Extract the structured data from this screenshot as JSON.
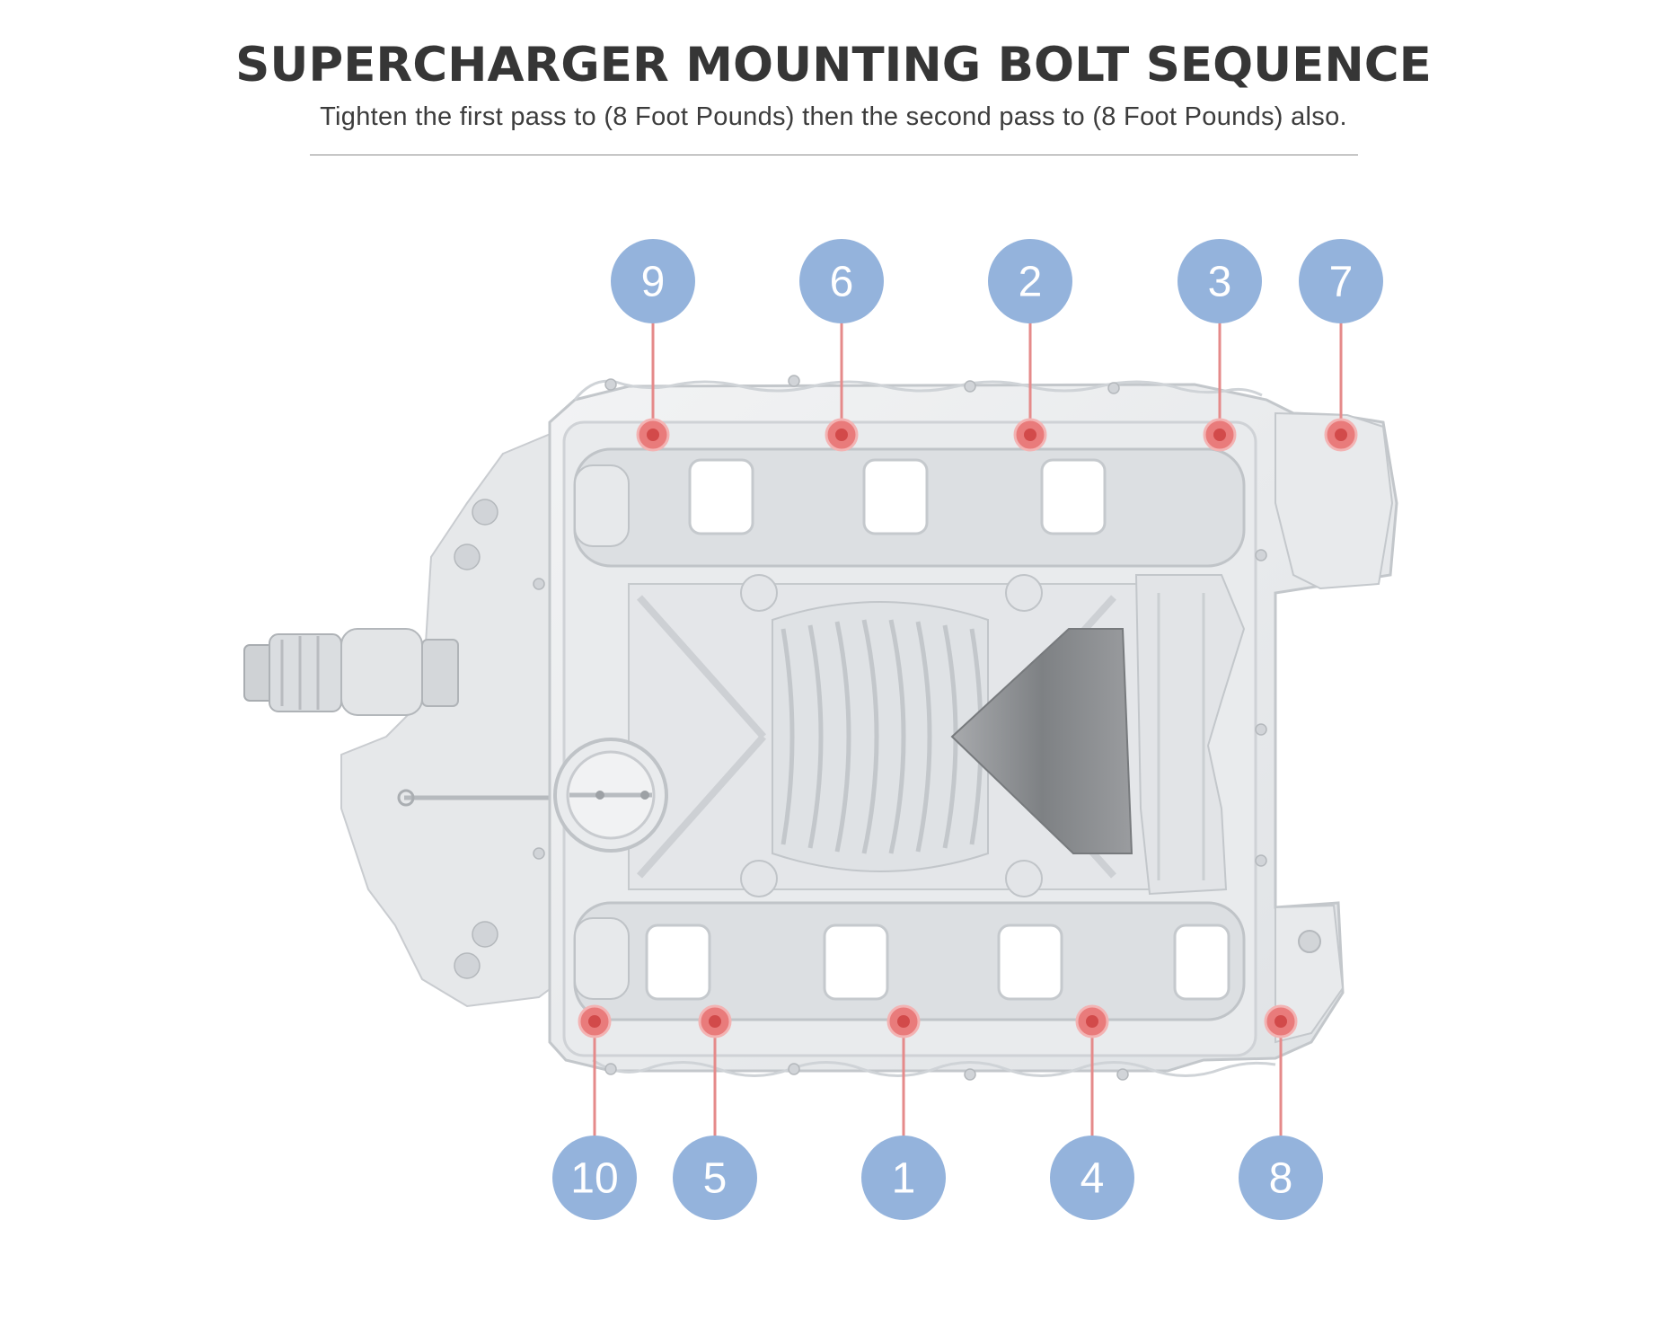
{
  "header": {
    "title": "SUPERCHARGER MOUNTING BOLT SEQUENCE",
    "subtitle": "Tighten the first pass to (8 Foot Pounds) then the second pass to (8 Foot Pounds) also."
  },
  "colors": {
    "badge": "#94b3dc",
    "bolt": "#e97b7b",
    "bolt_core": "#d24a4a",
    "leader": "#e58a8a",
    "casting_light": "#eceeef",
    "casting_mid": "#d9dcdf",
    "casting_shadow": "#c4c8cc",
    "rotor": "#8d8f92"
  },
  "bolts": {
    "top_row": [
      "9",
      "6",
      "2",
      "3",
      "7"
    ],
    "bottom_row": [
      "10",
      "5",
      "1",
      "4",
      "8"
    ]
  }
}
